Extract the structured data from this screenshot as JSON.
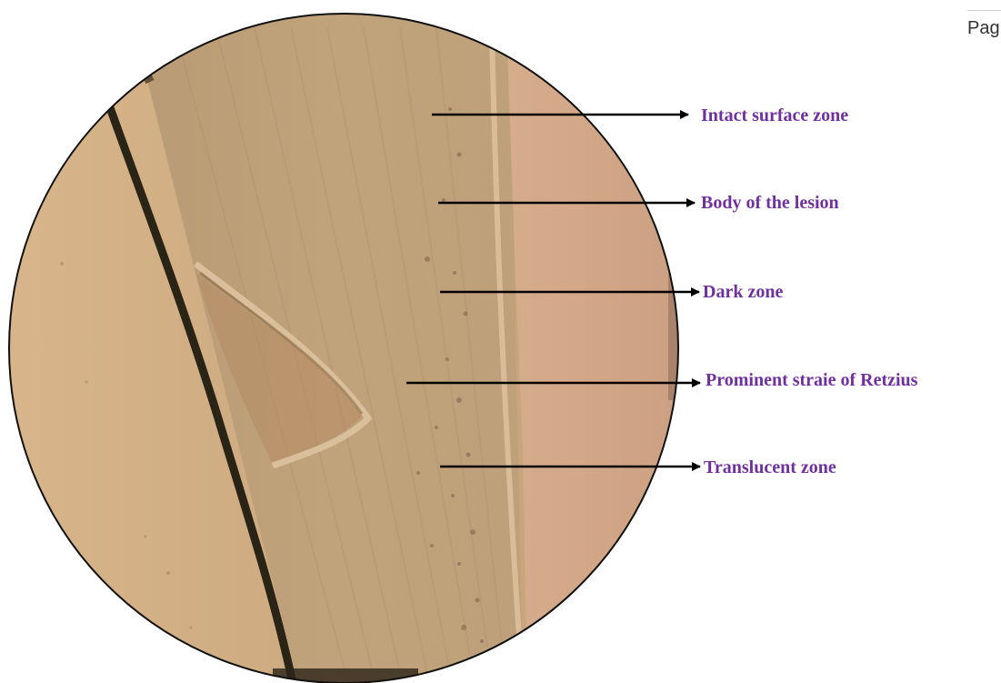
{
  "page_header": "Pag",
  "colors": {
    "label_color": "#7030a0",
    "arrow_color": "#000000",
    "enamel_color": "#c9a47a",
    "outline_color": "#111111"
  },
  "labels": [
    {
      "text": "Intact surface zone"
    },
    {
      "text": "Body of the lesion"
    },
    {
      "text": "Dark zone"
    },
    {
      "text": "Prominent straie of Retzius"
    },
    {
      "text": "Translucent zone"
    }
  ]
}
